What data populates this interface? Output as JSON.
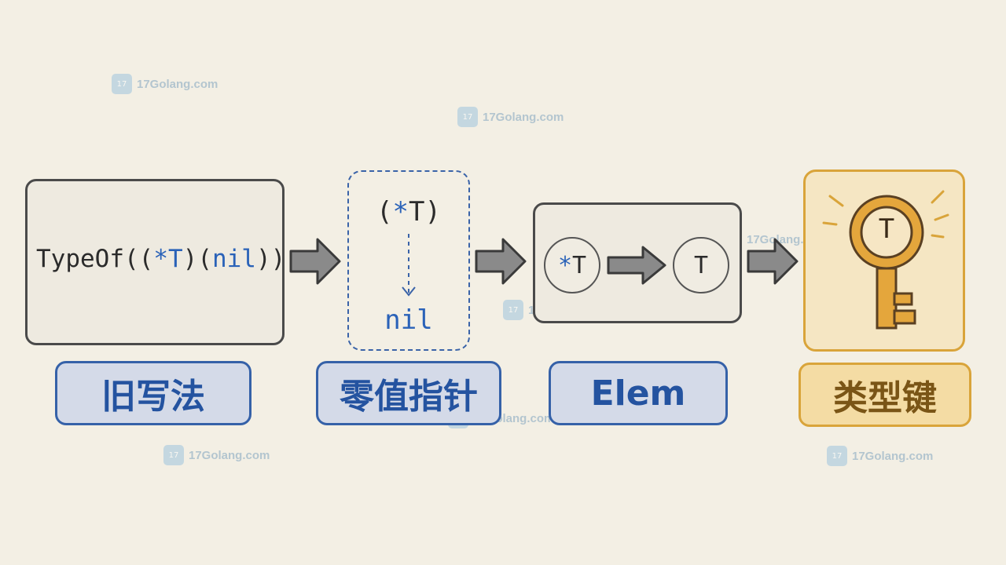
{
  "stages": [
    {
      "code": {
        "prefix": "TypeOf((",
        "star": "*",
        "mid": "T",
        "close1": ")(",
        "nil": "nil",
        "close2": "))"
      },
      "label": "旧写法"
    },
    {
      "top": {
        "open": "(",
        "star": "*",
        "t": "T",
        "close": ")"
      },
      "bottom": "nil",
      "label": "零值指针"
    },
    {
      "left_circle": {
        "star": "*",
        "t": "T"
      },
      "right_circle": "T",
      "label": "Elem"
    },
    {
      "key_letter": "T",
      "label": "类型键"
    }
  ],
  "icons": {
    "stage_arrows": "right-arrow-icon",
    "key": "key-icon",
    "pointer_arrow": "down-dashed-arrow-icon"
  },
  "colors": {
    "background": "#f3efe4",
    "blue": "#2a62b8",
    "gold": "#d9a43a",
    "dark": "#4a4a4a"
  },
  "watermark": {
    "logo_text": "17",
    "text": "17Golang.com"
  }
}
